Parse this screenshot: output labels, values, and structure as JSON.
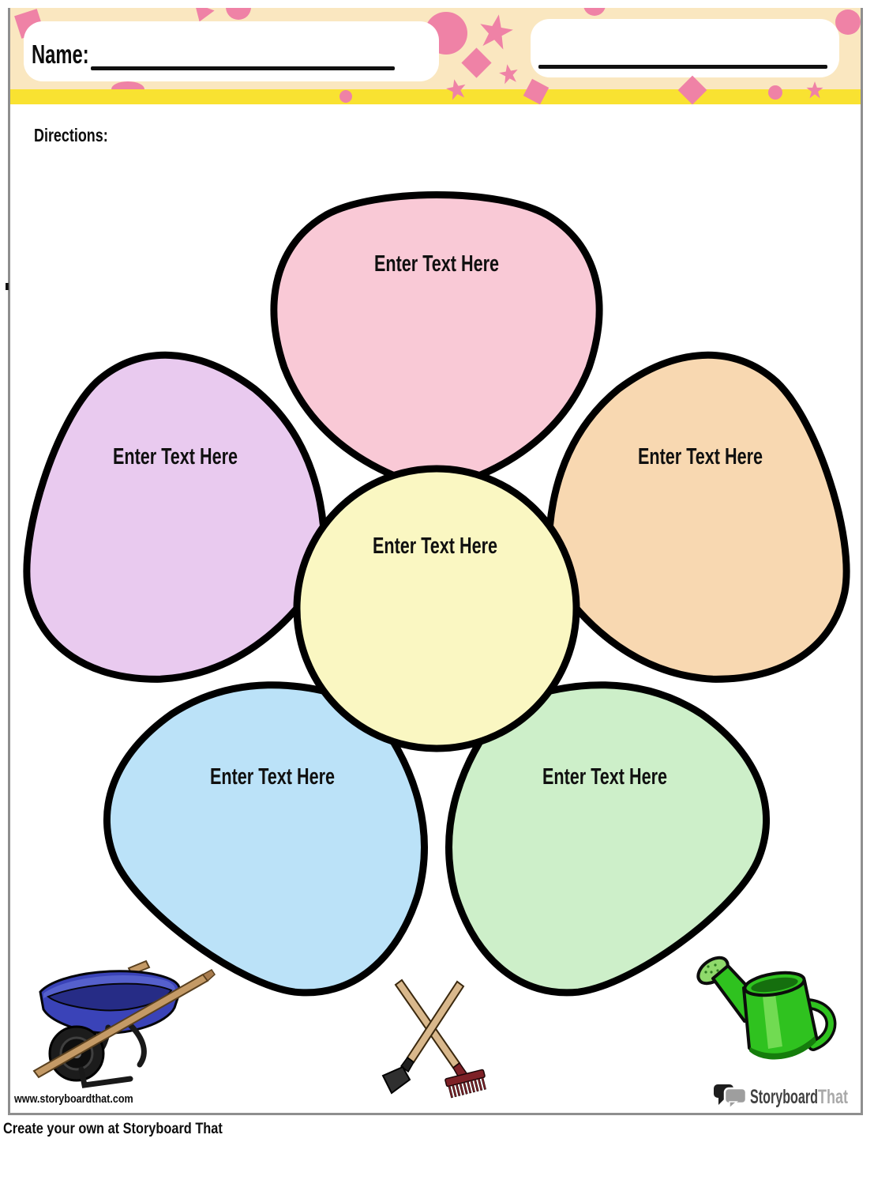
{
  "header": {
    "name_label": "Name:",
    "directions_label": "Directions:",
    "band_color": "#FAE7C0",
    "stripe_color": "#F9E231",
    "decoration_color": "#EF82A6",
    "decoration_shapes": [
      "square",
      "triangle",
      "circle",
      "semicircle",
      "star",
      "diamond"
    ]
  },
  "flower": {
    "center": {
      "label": "Enter Text Here",
      "color": "#FAF7C2"
    },
    "outline_color": "#000000",
    "petals": [
      {
        "position": "top",
        "label": "Enter Text Here",
        "color": "#F9C9D6"
      },
      {
        "position": "upper-right",
        "label": "Enter Text Here",
        "color": "#F8D8B1"
      },
      {
        "position": "lower-right",
        "label": "Enter Text Here",
        "color": "#CDEFC9"
      },
      {
        "position": "lower-left",
        "label": "Enter Text Here",
        "color": "#BBE2F8"
      },
      {
        "position": "upper-left",
        "label": "Enter Text Here",
        "color": "#E9CAEF"
      }
    ]
  },
  "clipart_icons": [
    "wheelbarrow-icon",
    "garden-tools-icon",
    "watering-can-icon"
  ],
  "footer": {
    "website": "www.storyboardthat.com",
    "logo": {
      "part1": "Storyboard",
      "part2": "That",
      "part1_color": "#414141",
      "part2_color": "#a9a9a9"
    },
    "tagline": "Create your own at Storyboard That"
  }
}
